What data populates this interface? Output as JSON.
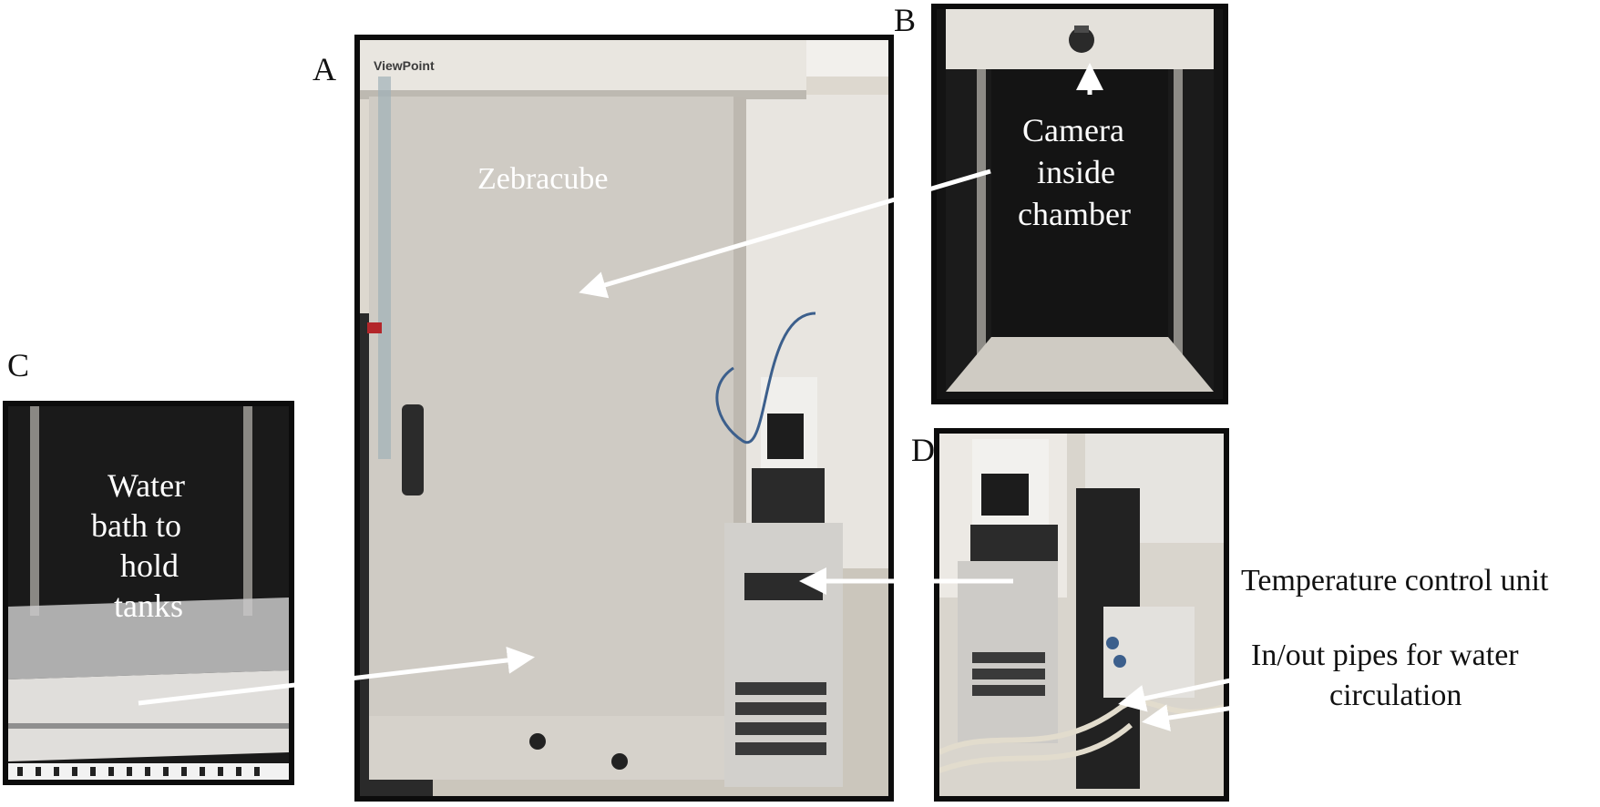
{
  "panels": {
    "a": {
      "letter": "A",
      "caption": "Zebracube",
      "brand": "ViewPoint"
    },
    "b": {
      "letter": "B",
      "caption_lines": [
        "Camera",
        "inside",
        "chamber"
      ]
    },
    "c": {
      "letter": "C",
      "caption_lines": [
        "Water",
        "bath to",
        "hold",
        "tanks"
      ]
    },
    "d": {
      "letter": "D"
    }
  },
  "labels": {
    "temperature": "Temperature control unit",
    "pipes_lines": [
      "In/out pipes for water",
      "circulation"
    ]
  },
  "colors": {
    "frame": "#0c0c0c",
    "cabinet": "#cfcbc4",
    "chamber": "#141414",
    "arrow": "#ffffff"
  }
}
